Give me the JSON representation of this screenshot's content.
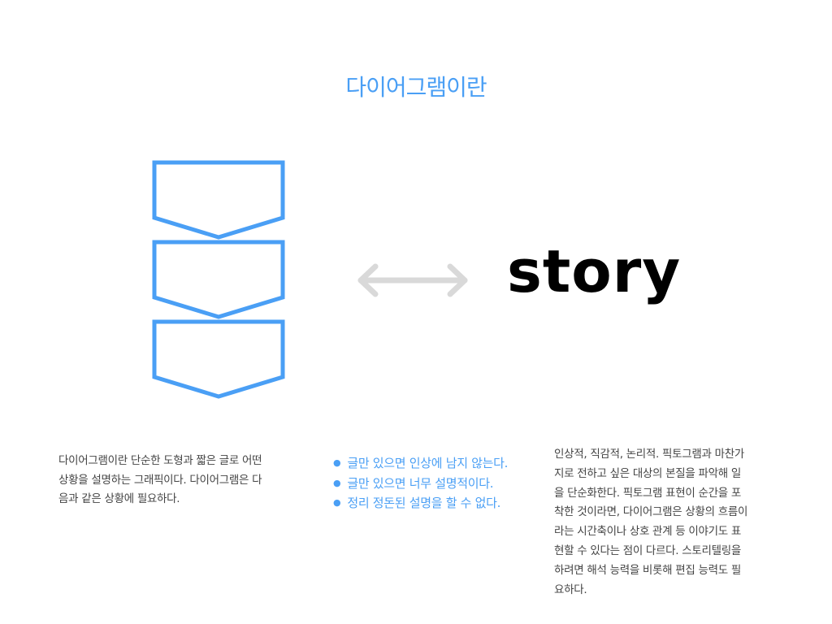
{
  "title": "다이어그램이란",
  "story_label": "story",
  "colors": {
    "accent": "#4a9ff5",
    "arrow": "#d9d9d9",
    "text": "#444444"
  },
  "diagram": {
    "chevron_count": 3,
    "arrow_icon": "double-headed-arrow"
  },
  "intro_lines": [
    "다이어그램이란 단순한 도형과 짧은 글로 어떤",
    "상황을 설명하는 그래픽이다. 다이어그램은 다",
    "음과 같은 상황에 필요하다."
  ],
  "bullets": [
    "글만 있으면 인상에 남지 않는다.",
    "글만 있으면 너무 설명적이다.",
    "정리 정돈된 설명을 할 수 없다."
  ],
  "detail_lines": [
    "인상적, 직감적, 논리적. 픽토그램과 마찬가",
    "지로 전하고 싶은 대상의 본질을 파악해 일",
    "을 단순화한다. 픽토그램 표현이 순간을 포",
    "착한 것이라면, 다이어그램은 상황의 흐름이",
    "라는 시간축이나 상호 관계 등 이야기도 표",
    "현할 수 있다는 점이 다르다. 스토리텔링을",
    "하려면 해석 능력을 비롯해 편집 능력도 필",
    "요하다."
  ]
}
